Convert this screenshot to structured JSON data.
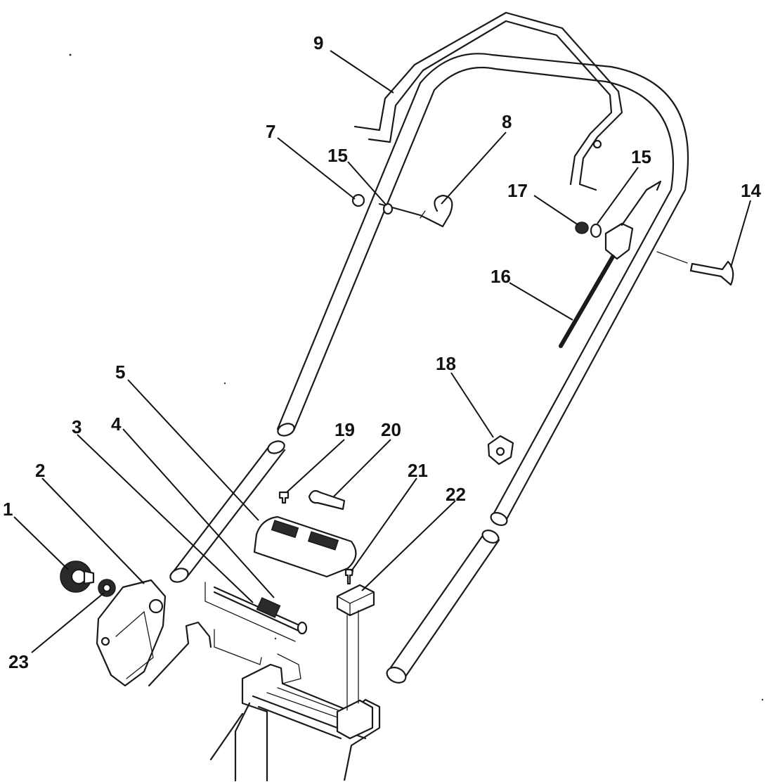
{
  "callouts": [
    {
      "id": "c1",
      "label": "1"
    },
    {
      "id": "c2",
      "label": "2"
    },
    {
      "id": "c3",
      "label": "3"
    },
    {
      "id": "c4",
      "label": "4"
    },
    {
      "id": "c5",
      "label": "5"
    },
    {
      "id": "c7",
      "label": "7"
    },
    {
      "id": "c8",
      "label": "8"
    },
    {
      "id": "c9",
      "label": "9"
    },
    {
      "id": "c14",
      "label": "14"
    },
    {
      "id": "c15a",
      "label": "15"
    },
    {
      "id": "c15b",
      "label": "15"
    },
    {
      "id": "c16",
      "label": "16"
    },
    {
      "id": "c17",
      "label": "17"
    },
    {
      "id": "c18",
      "label": "18"
    },
    {
      "id": "c19",
      "label": "19"
    },
    {
      "id": "c20",
      "label": "20"
    },
    {
      "id": "c21",
      "label": "21"
    },
    {
      "id": "c22",
      "label": "22"
    },
    {
      "id": "c23",
      "label": "23"
    }
  ]
}
